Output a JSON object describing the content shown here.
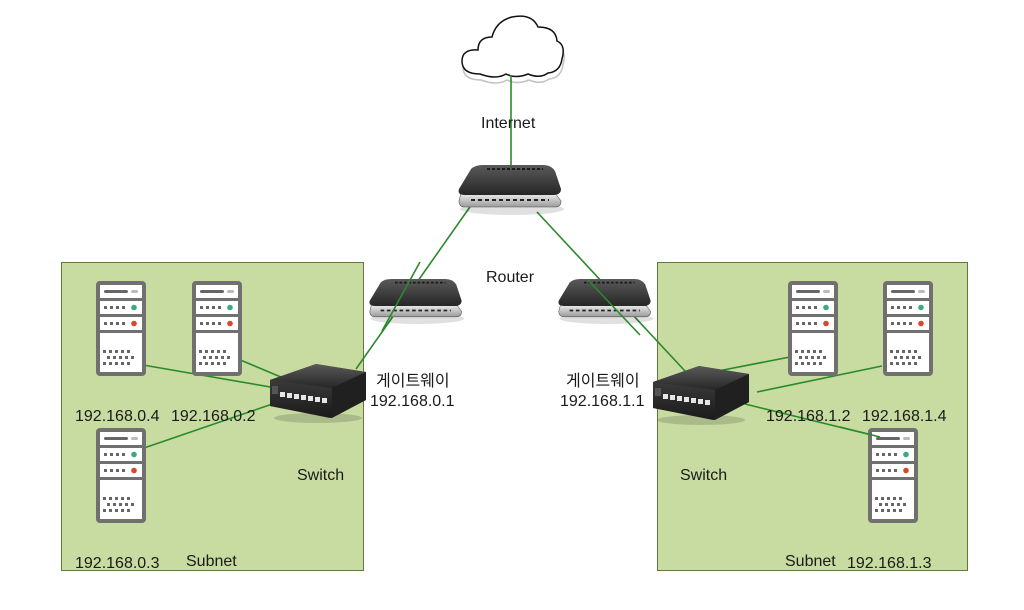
{
  "diagram": {
    "title": "Network topology: Internet, Router, gateways, switches and subnets",
    "colors": {
      "link": "#2a8a2a",
      "subnet_fill": "#c8dba1",
      "subnet_border": "#5f7a3a",
      "server_frame": "#707070",
      "led_green": "#3daa7d",
      "led_red": "#d9472b",
      "device_dark": "#2e2e2e"
    },
    "internet": {
      "label": "Internet",
      "icon": "cloud-icon"
    },
    "router": {
      "label": "Router",
      "icon": "router-icon"
    },
    "left": {
      "subnet_label": "Subnet",
      "switch_label": "Switch",
      "gateway_label": "게이트웨이",
      "gateway_ip": "192.168.0.1",
      "hosts": [
        {
          "ip": "192.168.0.4",
          "icon": "server-icon"
        },
        {
          "ip": "192.168.0.2",
          "icon": "server-icon"
        },
        {
          "ip": "192.168.0.3",
          "icon": "server-icon"
        }
      ]
    },
    "right": {
      "subnet_label": "Subnet",
      "switch_label": "Switch",
      "gateway_label": "게이트웨이",
      "gateway_ip": "192.168.1.1",
      "hosts": [
        {
          "ip": "192.168.1.2",
          "icon": "server-icon"
        },
        {
          "ip": "192.168.1.4",
          "icon": "server-icon"
        },
        {
          "ip": "192.168.1.3",
          "icon": "server-icon"
        }
      ]
    }
  }
}
